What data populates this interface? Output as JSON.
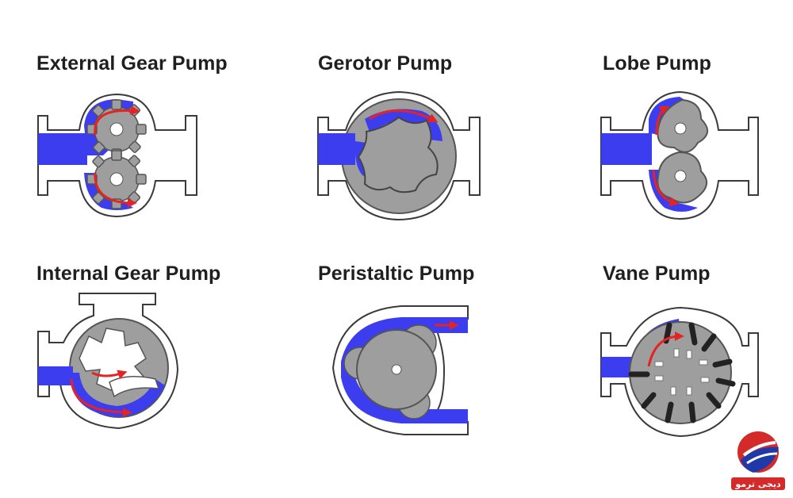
{
  "pumps": [
    {
      "id": "external-gear",
      "title": "External Gear Pump"
    },
    {
      "id": "gerotor",
      "title": "Gerotor Pump"
    },
    {
      "id": "lobe",
      "title": "Lobe Pump"
    },
    {
      "id": "internal-gear",
      "title": "Internal Gear Pump"
    },
    {
      "id": "peristaltic",
      "title": "Peristaltic Pump"
    },
    {
      "id": "vane",
      "title": "Vane Pump"
    }
  ],
  "colors": {
    "fluid": "#3d3df0",
    "rotor": "#9e9e9e",
    "arrow": "#e42424",
    "outline": "#3a3a3a"
  },
  "logo": {
    "text": "دیجی ترمو",
    "icon": "digitermo-logo-icon"
  }
}
